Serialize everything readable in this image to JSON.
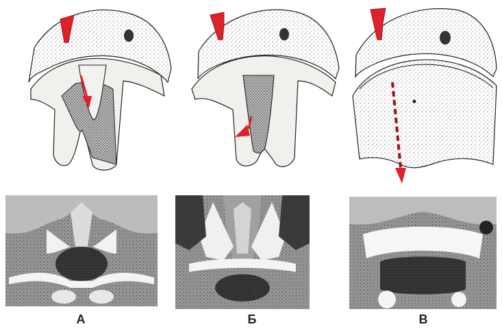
{
  "figure": {
    "panels": [
      {
        "label": "А"
      },
      {
        "label": "Б"
      },
      {
        "label": "В"
      }
    ],
    "colors": {
      "arrow": "#e0202a",
      "arrow_dark": "#a01018",
      "ink": "#222222",
      "skin": "#f2f0ec",
      "photo_light": "#e8e8e8",
      "photo_dark": "#1e1e1e"
    }
  }
}
